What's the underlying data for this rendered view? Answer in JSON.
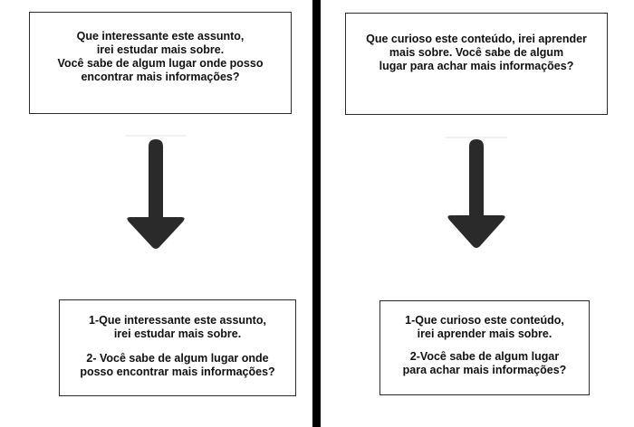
{
  "left": {
    "question_box": {
      "lines": [
        "Que interessante este assunto,",
        "irei estudar mais sobre.",
        "Você sabe de algum lugar onde posso",
        "encontrar mais informações?"
      ]
    },
    "answer_box": {
      "lines": [
        "1-Que interessante este assunto,",
        "irei estudar mais sobre.",
        "2- Você sabe de algum lugar onde",
        "posso encontrar mais informações?"
      ]
    }
  },
  "right": {
    "question_box": {
      "lines": [
        "Que curioso este conteúdo, irei aprender",
        "mais sobre. Você sabe de algum",
        "lugar para achar mais informações?"
      ]
    },
    "answer_box": {
      "lines": [
        "1-Que curioso este conteúdo,",
        "irei aprender mais sobre.",
        "2-Você sabe de algum lugar",
        "para achar mais informações?"
      ]
    }
  },
  "colors": {
    "arrow": "#2a2a2a",
    "divider": "#000000",
    "border": "#2b2b2b"
  },
  "icons": {
    "arrow": "down-arrow-icon"
  }
}
